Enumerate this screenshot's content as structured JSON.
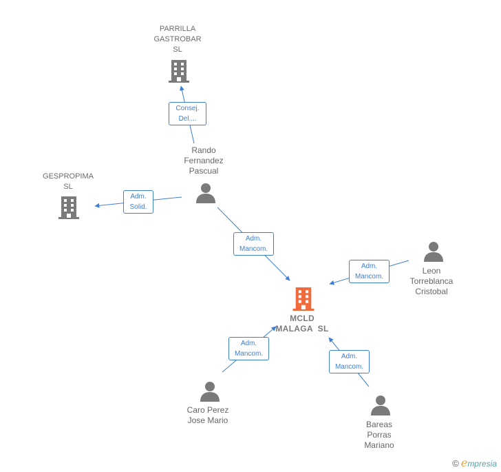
{
  "colors": {
    "edge": "#3d7fd1",
    "company": "#7a7a7a",
    "main_company": "#ef6a3c",
    "person": "#7a7a7a"
  },
  "nodes": {
    "parrilla": {
      "lines": [
        "PARRILLA",
        "GASTROBAR",
        "SL"
      ]
    },
    "gespropima": {
      "lines": [
        "GESPROPIMA",
        "SL"
      ]
    },
    "mcld": {
      "lines": [
        "MCLD",
        "MALAGA  SL"
      ]
    },
    "rando": {
      "lines": [
        "Rando",
        "Fernandez",
        "Pascual"
      ]
    },
    "leon": {
      "lines": [
        "Leon",
        "Torreblanca",
        "Cristobal"
      ]
    },
    "caro": {
      "lines": [
        "Caro Perez",
        "Jose Mario"
      ]
    },
    "bareas": {
      "lines": [
        "Bareas",
        "Porras",
        "Mariano"
      ]
    }
  },
  "edges": {
    "rando_parrilla": {
      "lines": [
        "Consej.",
        "Del...."
      ]
    },
    "rando_gespropima": {
      "lines": [
        "Adm.",
        "Solid."
      ]
    },
    "rando_mcld": {
      "lines": [
        "Adm.",
        "Mancom."
      ]
    },
    "leon_mcld": {
      "lines": [
        "Adm.",
        "Mancom."
      ]
    },
    "caro_mcld": {
      "lines": [
        "Adm.",
        "Mancom."
      ]
    },
    "bareas_mcld": {
      "lines": [
        "Adm.",
        "Mancom."
      ]
    }
  },
  "brand": {
    "copyright": "©",
    "first_letter": "e",
    "rest": "mpresia"
  }
}
